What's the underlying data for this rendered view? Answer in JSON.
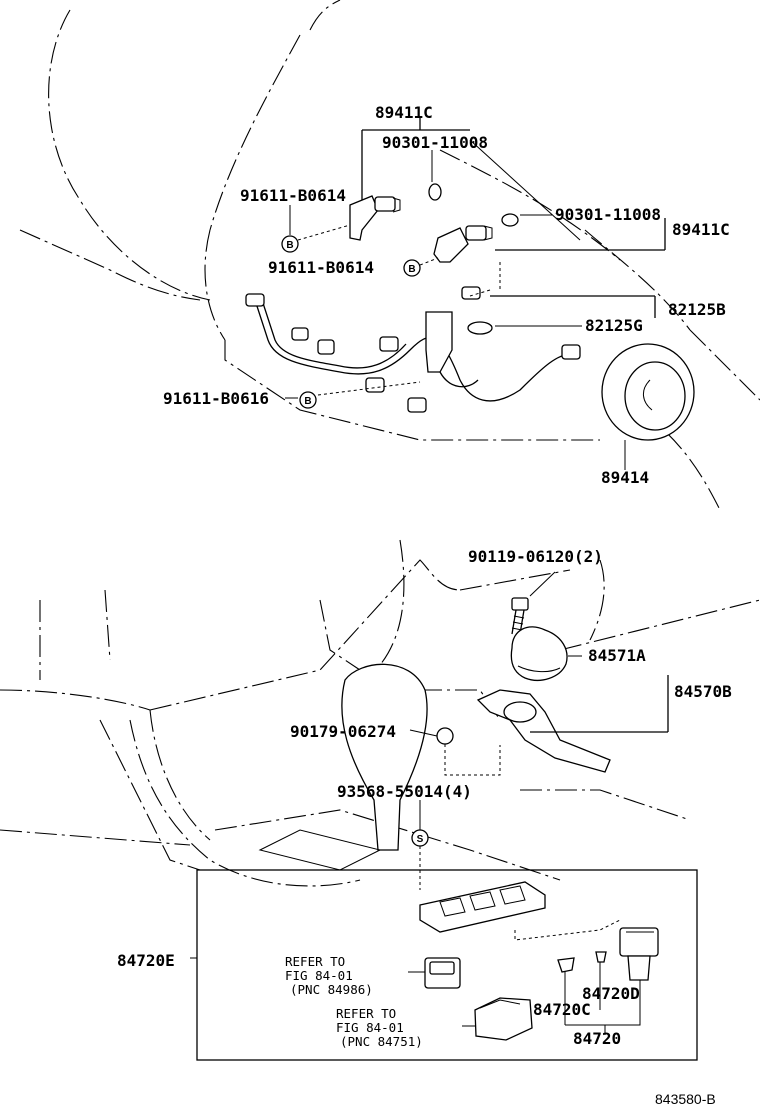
{
  "top": {
    "p_89411C_top": "89411C",
    "p_90301_top": "90301-11008",
    "p_91611_a": "91611-B0614",
    "p_90301_right": "90301-11008",
    "p_89411C_right": "89411C",
    "p_91611_b": "91611-B0614",
    "p_82125B": "82125B",
    "p_82125G": "82125G",
    "p_91611_c": "91611-B0616",
    "p_89414": "89414",
    "circle_b": "B"
  },
  "bottom": {
    "p_90119": "90119-06120(2)",
    "p_84571A": "84571A",
    "p_84570B": "84570B",
    "p_90179": "90179-06274",
    "p_93568": "93568-55014(4)",
    "circle_s": "S",
    "p_84720E": "84720E",
    "refer1": [
      "REFER TO",
      "FIG 84-01",
      "(PNC 84986)"
    ],
    "refer2": [
      "REFER TO",
      "FIG 84-01",
      "(PNC 84751)"
    ],
    "p_84720D": "84720D",
    "p_84720C": "84720C",
    "p_84720": "84720"
  },
  "figure_code": "843580-B"
}
